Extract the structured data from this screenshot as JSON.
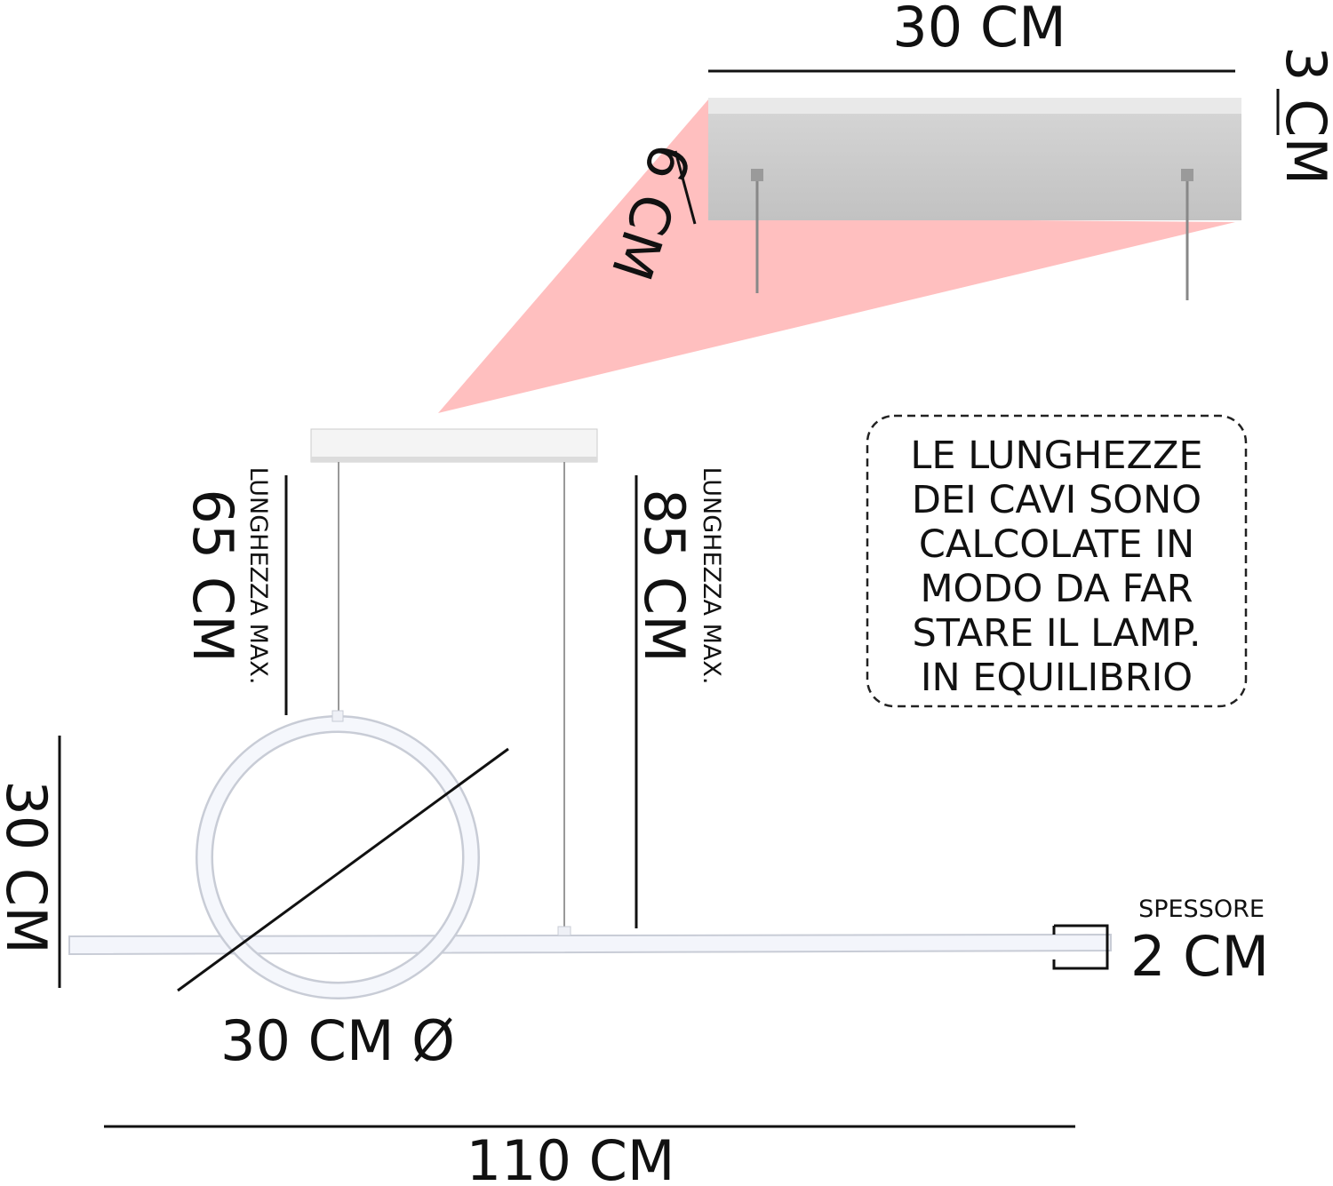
{
  "dimensions": {
    "canopy_length": "30 CM",
    "canopy_height": "3 CM",
    "canopy_depth": "6 CM",
    "cable_left_length": "65 CM",
    "cable_left_label": "LUNGHEZZA MAX.",
    "cable_right_length": "85 CM",
    "cable_right_label": "LUNGHEZZA MAX.",
    "ring_height": "30 CM",
    "ring_diameter": "30 CM Ø",
    "total_length": "110 CM",
    "thickness_label": "SPESSORE",
    "thickness_value": "2 CM"
  },
  "note": {
    "lines": [
      "LE LUNGHEZZE",
      "DEI CAVI SONO",
      "CALCOLATE IN",
      "MODO DA FAR",
      "STARE IL LAMP.",
      "IN EQUILIBRIO"
    ]
  },
  "colors": {
    "highlight": "#ffb8b8",
    "canopy": "#c9c9c9"
  }
}
